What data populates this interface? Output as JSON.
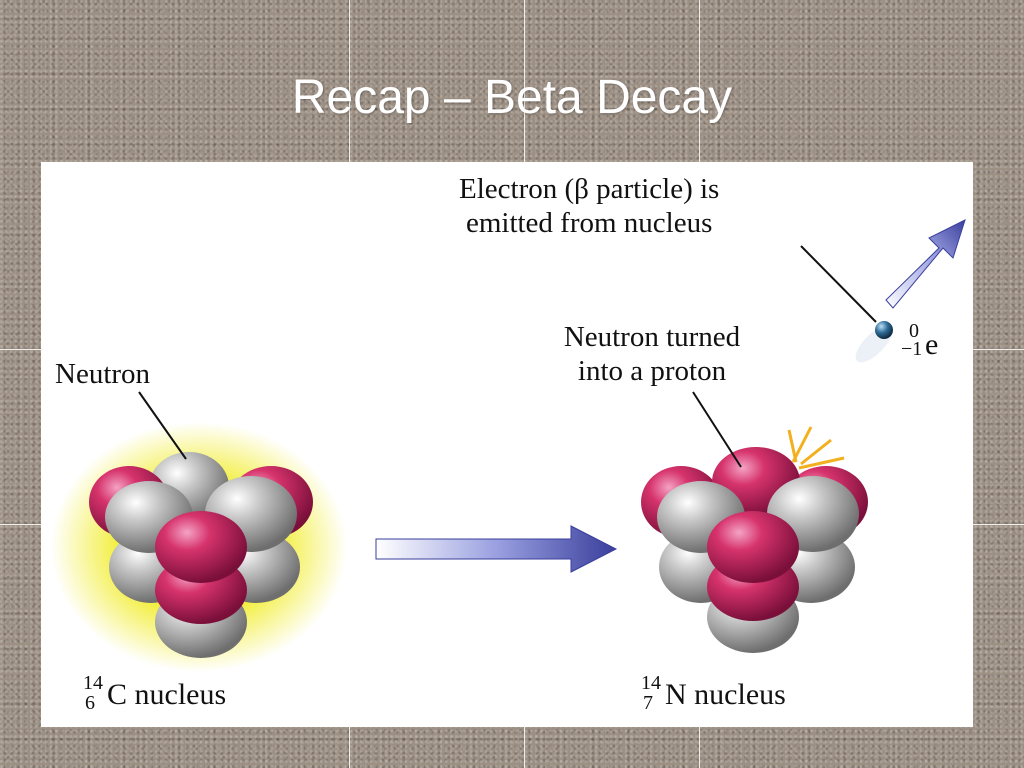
{
  "slide": {
    "title": "Recap – Beta Decay"
  },
  "diagram": {
    "neutron_label": "Neutron",
    "electron_label_line1": "Electron (β particle) is",
    "electron_label_line2": "emitted from nucleus",
    "proton_label_line1": "Neutron turned",
    "proton_label_line2": "into a proton",
    "carbon": {
      "mass": "14",
      "atomic": "6",
      "symbol": "C",
      "text": "nucleus"
    },
    "nitrogen": {
      "mass": "14",
      "atomic": "7",
      "symbol": "N",
      "text": "nucleus"
    },
    "electron": {
      "mass": "0",
      "charge": "−1",
      "symbol": "e"
    }
  },
  "colors": {
    "proton": "#c2185b",
    "neutron": "#b5b5b5",
    "arrow": "#4a4fa8",
    "glow": "#f2ee3a"
  }
}
